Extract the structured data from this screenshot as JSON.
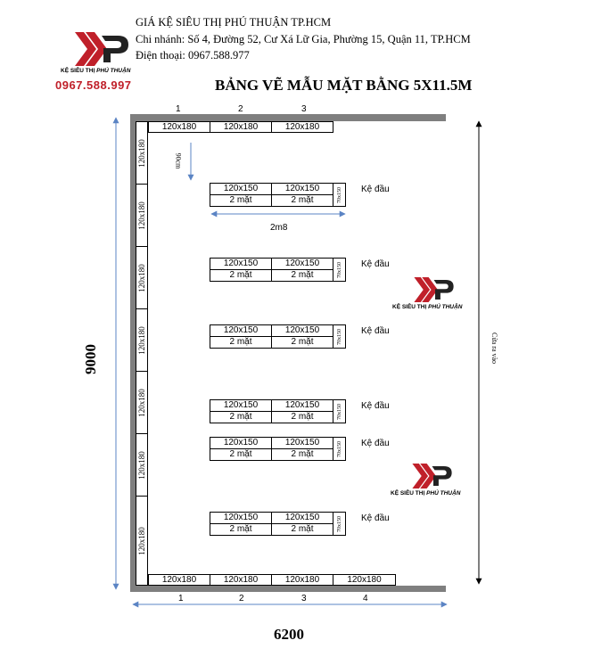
{
  "header": {
    "line1": "GIÁ KỆ SIÊU THỊ PHÚ THUẬN TP.HCM",
    "line2": "Chi nhánh: Số 4, Đường 52, Cư Xá Lữ Gia, Phường 15, Quận 11, TP.HCM",
    "line3": "Điện thoại: 0967.588.977"
  },
  "logo": {
    "brand_left": "KỆ SIÊU THỊ",
    "brand_right": "PHÚ THUẬN",
    "phone": "0967.588.997",
    "colors": {
      "red": "#c0202a",
      "dark": "#222222"
    }
  },
  "title": "BẢNG VẼ MẪU MẶT BẰNG 5X11.5M",
  "top_shelf": {
    "numbers": [
      "1",
      "2",
      "3"
    ],
    "cells": [
      "120x180",
      "120x180",
      "120x180"
    ]
  },
  "bottom_shelf": {
    "numbers": [
      "1",
      "2",
      "3",
      "4"
    ],
    "cells": [
      "120x180",
      "120x180",
      "120x180",
      "120x180"
    ]
  },
  "left_shelf": {
    "cells": [
      "120x180",
      "120x180",
      "120x180",
      "120x180",
      "120x180",
      "120x180",
      "120x180"
    ]
  },
  "gondola": {
    "size": "120x150",
    "faces": "2 mặt",
    "end_size": "70x150",
    "end_label": "Kệ đầu"
  },
  "dimensions": {
    "gap": "90cm",
    "length": "2m8",
    "height": "9000",
    "width": "6200",
    "entrance": "Cửa ra vào"
  },
  "wall_color": "#7f7f7f"
}
